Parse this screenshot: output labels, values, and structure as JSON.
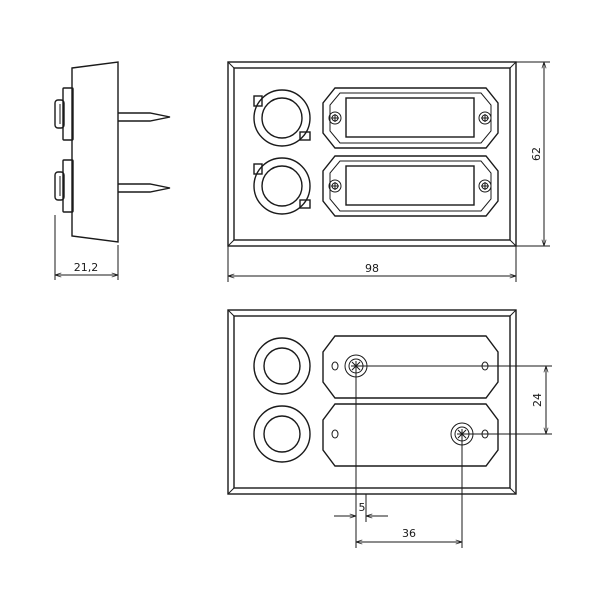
{
  "drawing": {
    "dimensions": {
      "depth": "21,2",
      "width": "98",
      "height": "62",
      "hole_spacing": "24",
      "hole_offset": "5",
      "hole_distance": "36"
    }
  }
}
